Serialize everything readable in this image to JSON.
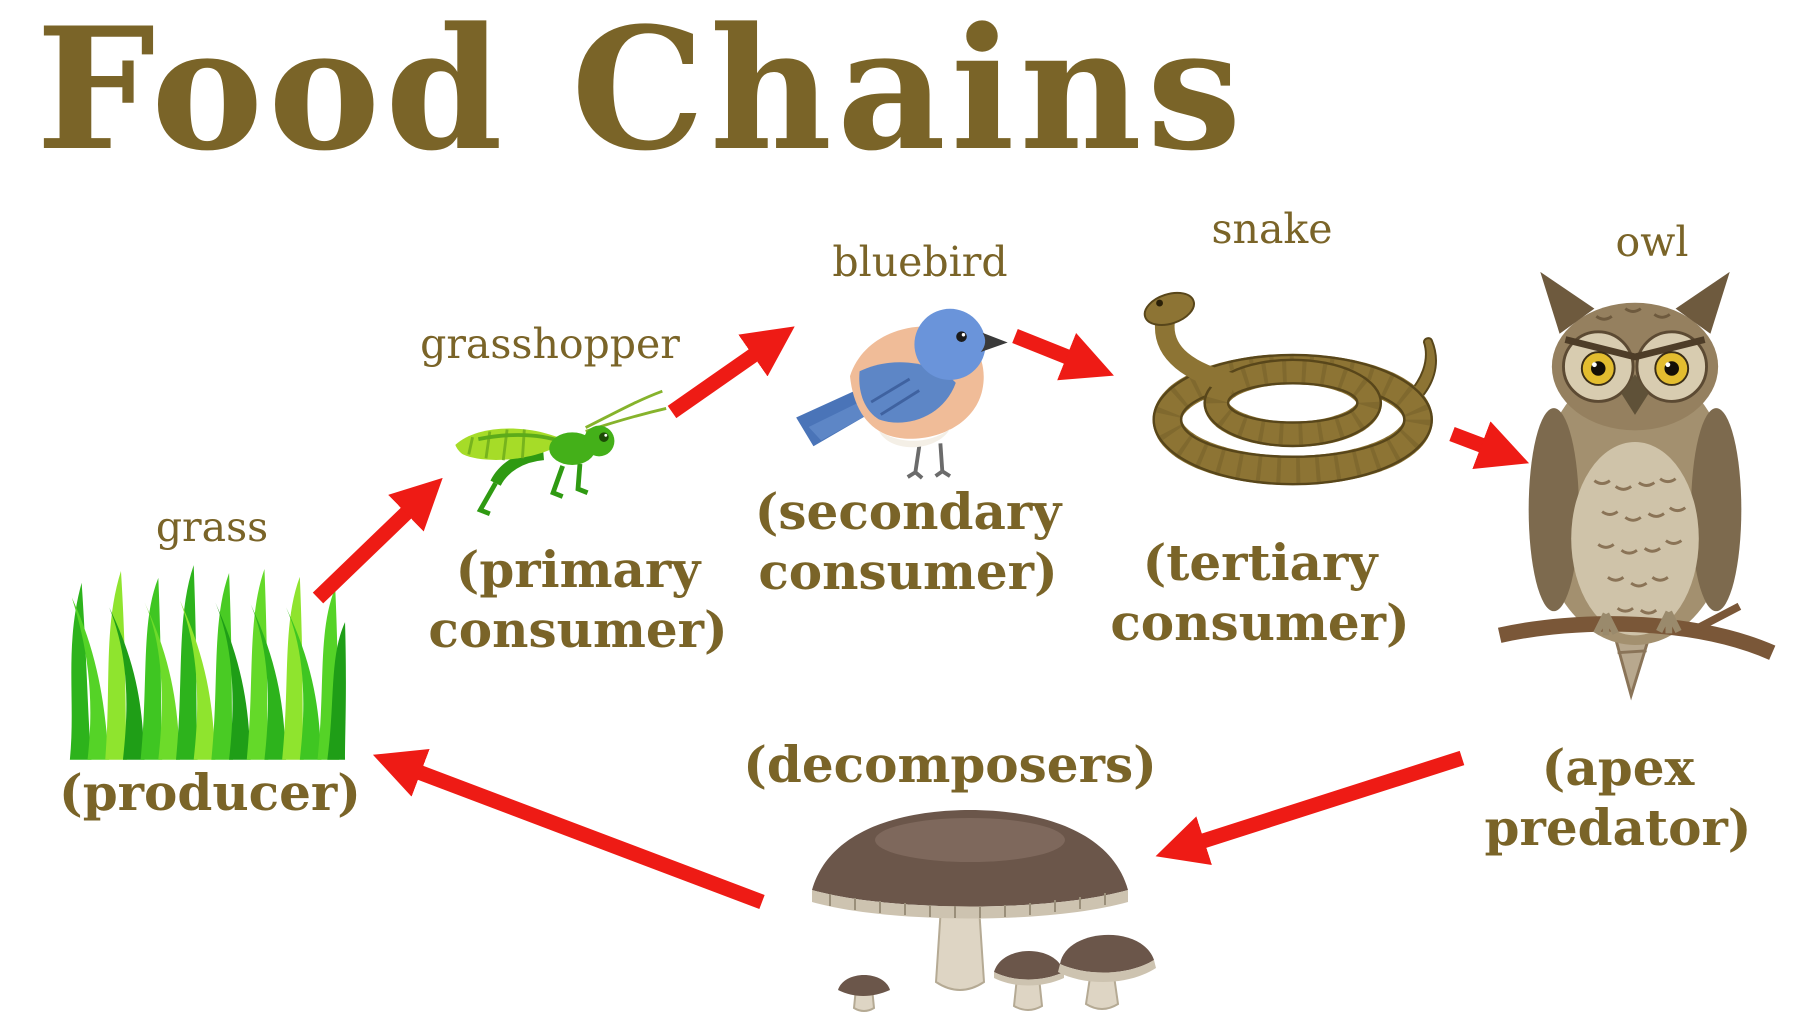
{
  "title": "Food Chains",
  "colors": {
    "text_brown": "#7a6428",
    "arrow_red": "#ee1b15"
  },
  "nodes": [
    {
      "id": "grass",
      "label": "grass",
      "role": "(producer)",
      "illustration": "grass-clump"
    },
    {
      "id": "grasshopper",
      "label": "grasshopper",
      "role": "(primary consumer)",
      "illustration": "grasshopper"
    },
    {
      "id": "bluebird",
      "label": "bluebird",
      "role": "(secondary consumer)",
      "illustration": "bluebird"
    },
    {
      "id": "snake",
      "label": "snake",
      "role": "(tertiary consumer)",
      "illustration": "coiled-snake"
    },
    {
      "id": "owl",
      "label": "owl",
      "role": "(apex predator)",
      "illustration": "great-horned-owl"
    },
    {
      "id": "mushrooms",
      "role": "(decomposers)",
      "illustration": "mushroom-cluster"
    }
  ],
  "edges": [
    {
      "from": "grass",
      "to": "grasshopper"
    },
    {
      "from": "grasshopper",
      "to": "bluebird"
    },
    {
      "from": "bluebird",
      "to": "snake"
    },
    {
      "from": "snake",
      "to": "owl"
    },
    {
      "from": "owl",
      "to": "mushrooms"
    },
    {
      "from": "mushrooms",
      "to": "grass"
    }
  ]
}
